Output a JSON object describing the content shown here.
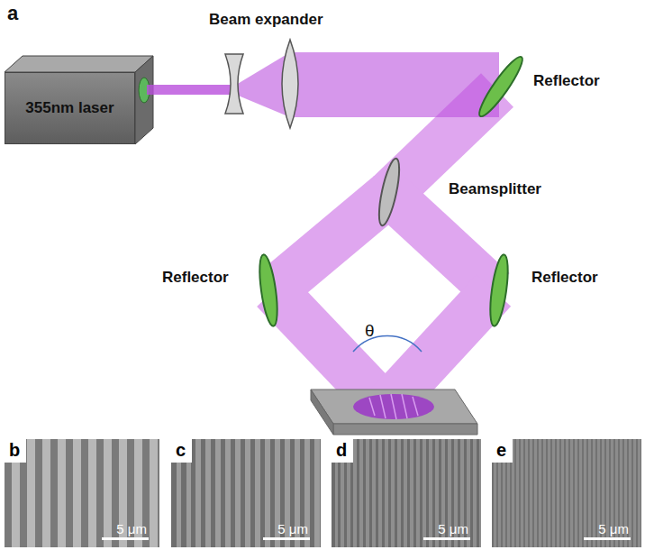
{
  "diagram": {
    "nodes": [
      {
        "text": [
          "355nm laser"
        ]
      },
      {
        "text": [
          "b",
          "5 μm"
        ]
      },
      {
        "text": [
          "c",
          "5 μm"
        ]
      },
      {
        "text": [
          "d",
          "5 μm"
        ]
      },
      {
        "text": [
          "e",
          "5 μm"
        ]
      }
    ],
    "labels": [
      "a",
      "Beam expander",
      "Reflector",
      "Beamsplitter",
      "Reflector",
      "Reflector",
      "θ"
    ]
  }
}
